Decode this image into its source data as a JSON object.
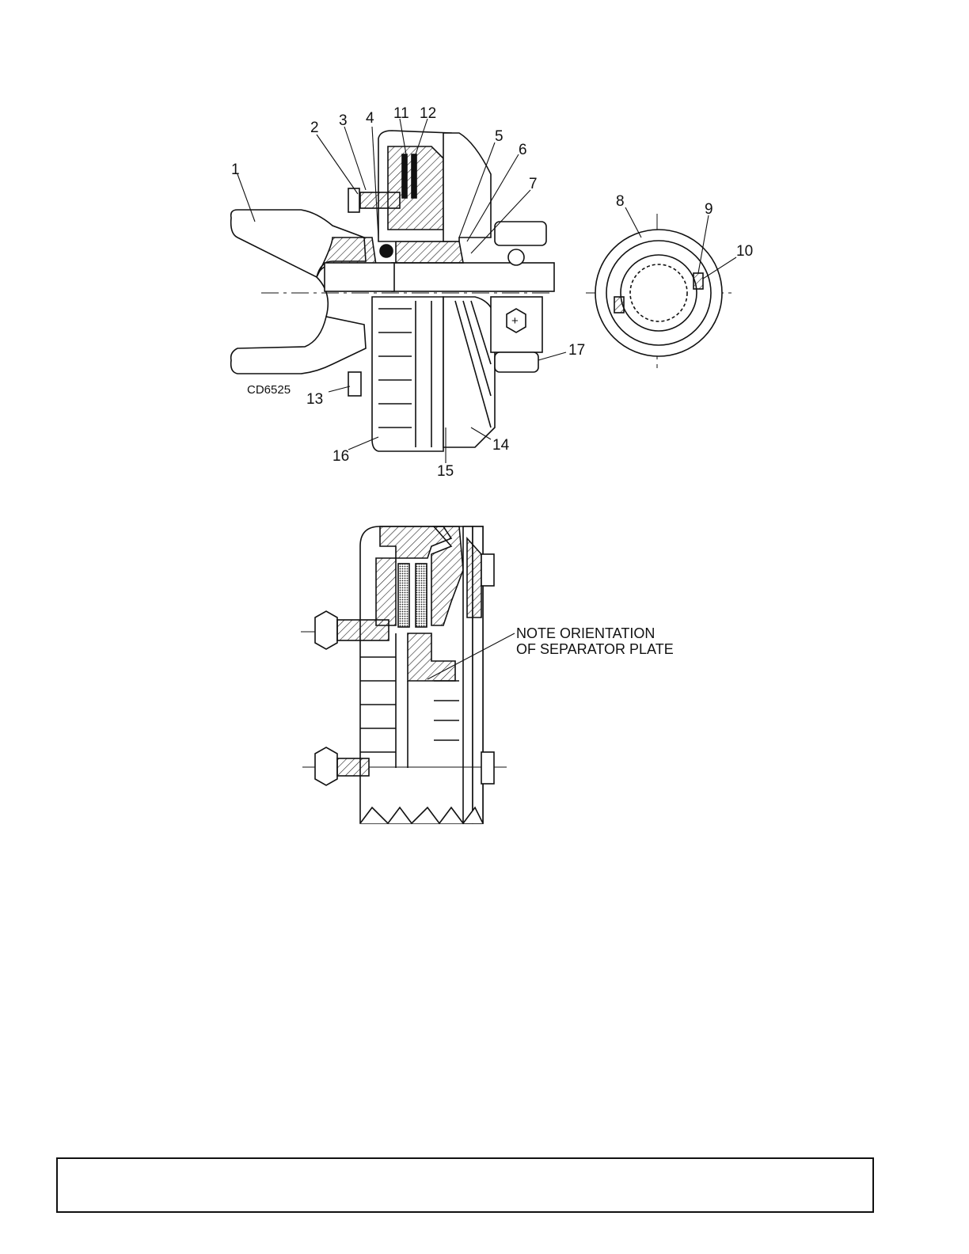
{
  "figure_id": "CD6525",
  "callouts": [
    "1",
    "2",
    "3",
    "4",
    "5",
    "6",
    "7",
    "8",
    "9",
    "10",
    "11",
    "12",
    "13",
    "14",
    "15",
    "16",
    "17"
  ],
  "note": {
    "line1": "NOTE ORIENTATION",
    "line2": "OF SEPARATOR PLATE"
  },
  "footer": {
    "text": ""
  }
}
